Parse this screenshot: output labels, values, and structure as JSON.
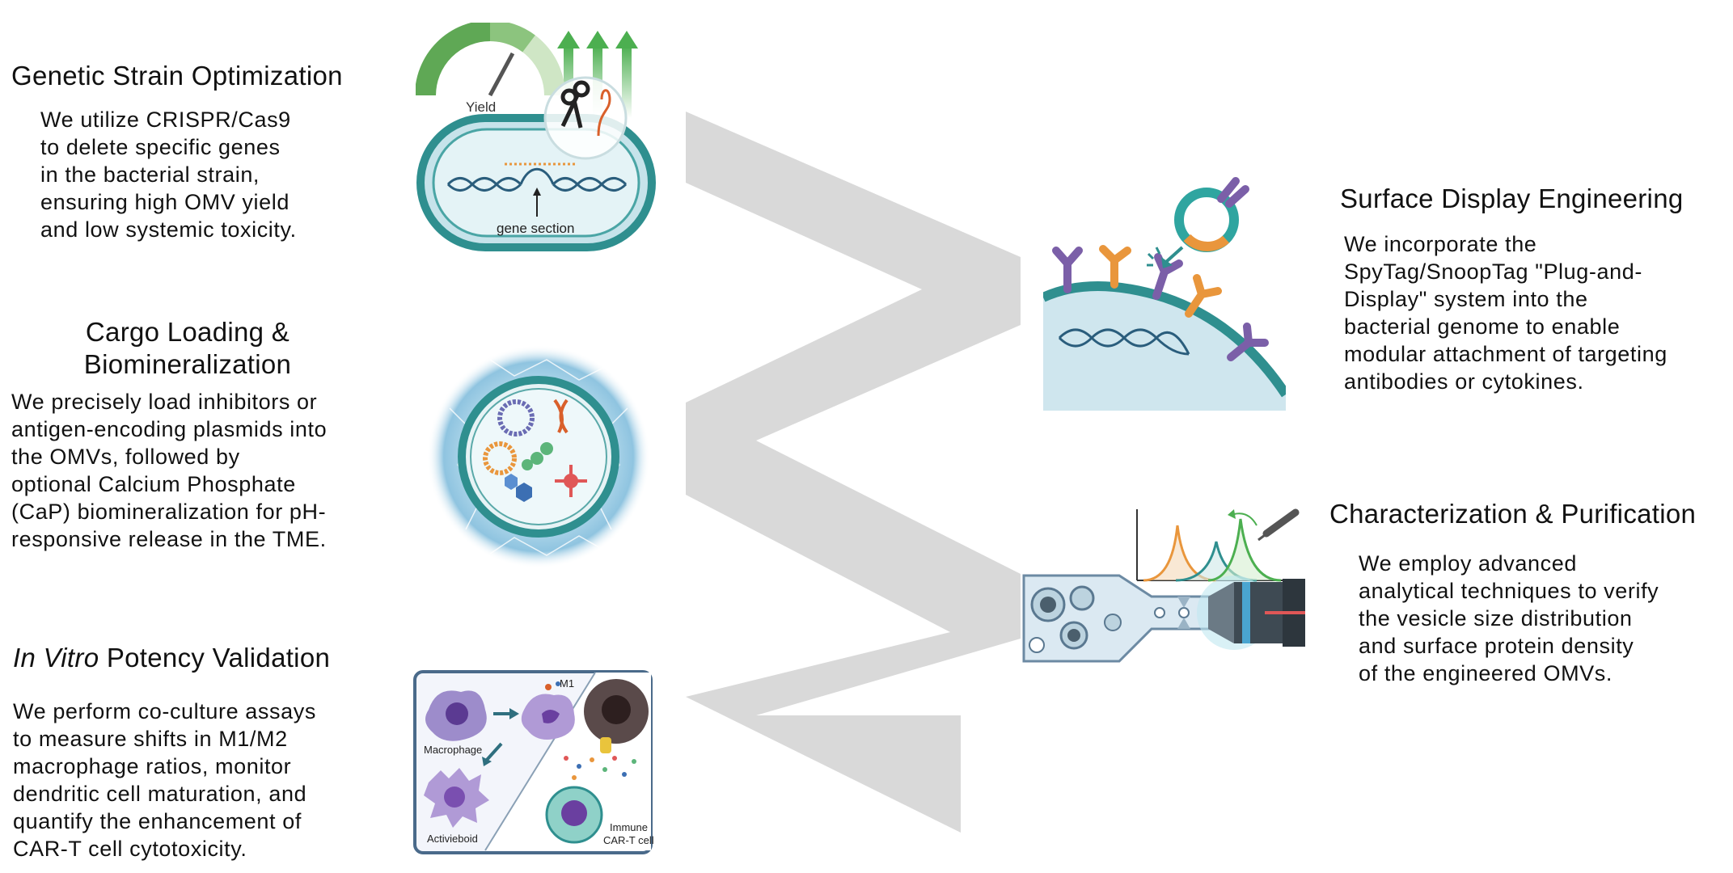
{
  "steps": {
    "genetic": {
      "title": "Genetic Strain Optimization",
      "lines": [
        "We utilize CRISPR/Cas9",
        "to delete specific genes",
        "in the bacterial strain,",
        "ensuring high OMV yield",
        "and low systemic toxicity."
      ]
    },
    "cargo": {
      "title_line1": "Cargo Loading &",
      "title_line2": "Biomineralization",
      "lines": [
        "We precisely load inhibitors or",
        "antigen-encoding plasmids into",
        "the OMVs, followed by",
        "optional Calcium Phosphate",
        "(CaP) biomineralization for pH-",
        "responsive release in the TME."
      ]
    },
    "invitro": {
      "title_italic": "In Vitro",
      "title_rest": " Potency Validation",
      "lines": [
        "We perform co-culture assays",
        "to measure shifts in M1/M2",
        "macrophage ratios, monitor",
        "dendritic cell maturation, and",
        "quantify the enhancement of",
        "CAR-T cell cytotoxicity."
      ]
    },
    "surface": {
      "title": "Surface Display Engineering",
      "lines": [
        "We incorporate the",
        "SpyTag/SnoopTag \"Plug-and-",
        "Display\" system into the",
        "bacterial genome to enable",
        "modular attachment of targeting",
        "antibodies or cytokines."
      ]
    },
    "characterization": {
      "title": "Characterization & Purification",
      "lines": [
        "We employ advanced",
        "analytical techniques to verify",
        "the vesicle size distribution",
        "and surface protein density",
        "of the engineered OMVs."
      ]
    }
  },
  "illustration_labels": {
    "yield": "Yield",
    "gene_section": "gene section",
    "m1": "M1",
    "macrophage": "Macrophage",
    "activieboid": "Activieboid",
    "immune": "Immune",
    "car_t_cell": "CAR-T cell"
  },
  "colors": {
    "arrow": "#d9d9d9",
    "teal": "#2f8f8f",
    "cell_blue": "#d6ecf3",
    "yield_green": "#4caf50",
    "purple": "#7b5fa8",
    "orange": "#e9963c"
  }
}
